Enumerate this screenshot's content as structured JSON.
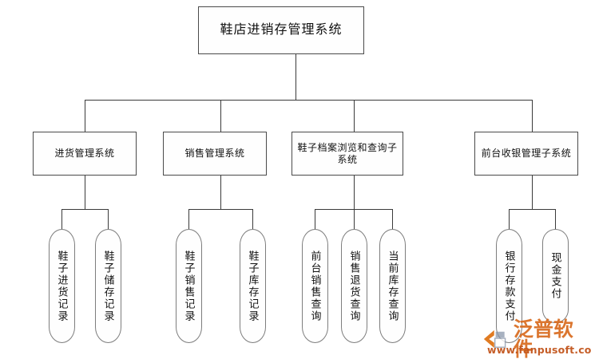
{
  "diagram": {
    "type": "tree-hierarchy",
    "title": "鞋店进销存管理系统",
    "root": {
      "label": "鞋店进销存管理系统",
      "shape": "rectangle"
    },
    "level2": [
      {
        "label": "进货管理系统",
        "shape": "rectangle"
      },
      {
        "label": "销售管理系统",
        "shape": "rectangle"
      },
      {
        "label": "鞋子档案浏览和查询子系统",
        "shape": "rectangle"
      },
      {
        "label": "前台收银管理子系统",
        "shape": "rectangle"
      }
    ],
    "leaves": [
      {
        "label": "鞋子进货记录",
        "shape": "ellipse",
        "parent": "进货管理系统"
      },
      {
        "label": "鞋子储存记录",
        "shape": "ellipse",
        "parent": "进货管理系统"
      },
      {
        "label": "鞋子销售记录",
        "shape": "ellipse",
        "parent": "销售管理系统"
      },
      {
        "label": "鞋子库存记录",
        "shape": "ellipse",
        "parent": "销售管理系统"
      },
      {
        "label": "前台销售查询",
        "shape": "ellipse",
        "parent": "鞋子档案浏览和查询子系统"
      },
      {
        "label": "销售退货查询",
        "shape": "ellipse",
        "parent": "鞋子档案浏览和查询子系统"
      },
      {
        "label": "当前库存查询",
        "shape": "ellipse",
        "parent": "鞋子档案浏览和查询子系统"
      },
      {
        "label": "银行存款支付",
        "shape": "ellipse",
        "parent": "前台收银管理子系统"
      },
      {
        "label": "现金支付",
        "shape": "ellipse",
        "parent": "前台收银管理子系统"
      }
    ],
    "colors": {
      "background": "#ffffff",
      "box_border": "#4a4a4a",
      "ellipse_border": "#7d7d7d",
      "line": "#3a3a3a",
      "text": "#111111"
    }
  },
  "watermark": {
    "brand": "泛普软件",
    "url": "www.fanpusoft.com",
    "brand_color": "#d96b1e",
    "url_color": "#c2551c",
    "mark_color_primary": "#e07b22",
    "mark_color_secondary": "#8a97ab"
  }
}
